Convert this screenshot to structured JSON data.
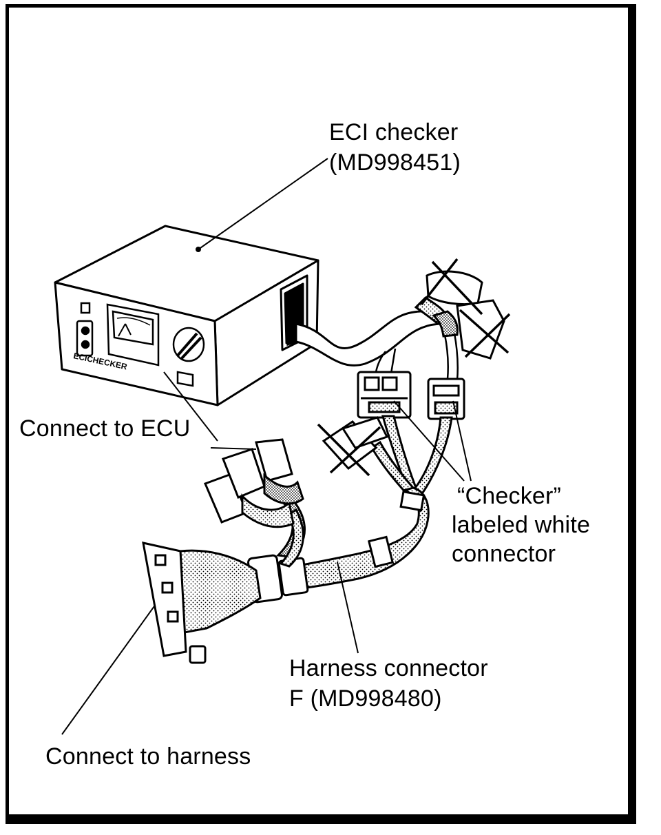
{
  "labels": {
    "eci_checker": "ECI checker",
    "eci_checker_part": "(MD998451)",
    "connect_ecu": "Connect to ECU",
    "checker_line1": "“Checker”",
    "checker_line2": "labeled white",
    "checker_line3": "connector",
    "harness_line1": "Harness connector",
    "harness_line2": "F (MD998480)",
    "connect_harness": "Connect to harness"
  },
  "device_text": {
    "front_label": "ECICHECKER"
  }
}
